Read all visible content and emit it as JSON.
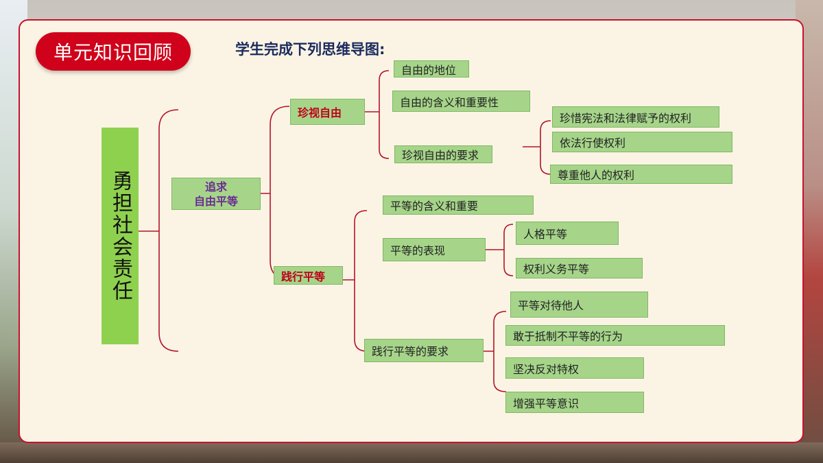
{
  "header": {
    "section_title": "单元知识回顾",
    "instruction": "学生完成下列思维导图:"
  },
  "mindmap": {
    "root": "勇担社会责任",
    "level1": {
      "line1": "追求",
      "line2": "自由平等"
    },
    "freedom": {
      "label": "珍视自由",
      "items": [
        "自由的地位",
        "自由的含义和重要性",
        "珍视自由的要求"
      ],
      "requirements": [
        "珍惜宪法和法律赋予的权利",
        "依法行使权利",
        "尊重他人的权利"
      ]
    },
    "equality": {
      "label": "践行平等",
      "items": [
        "平等的含义和重要",
        "平等的表现",
        "践行平等的要求"
      ],
      "manifestations": [
        "人格平等",
        "权利义务平等"
      ],
      "requirements": [
        "平等对待他人",
        "敢于抵制不平等的行为",
        "坚决反对特权",
        "增强平等意识"
      ]
    }
  },
  "colors": {
    "accent": "#d0011b",
    "node_fill": "#a6d58a",
    "root_fill": "#8ed14f",
    "connector": "#b3122a",
    "panel_bg": "#fbf4e4"
  }
}
